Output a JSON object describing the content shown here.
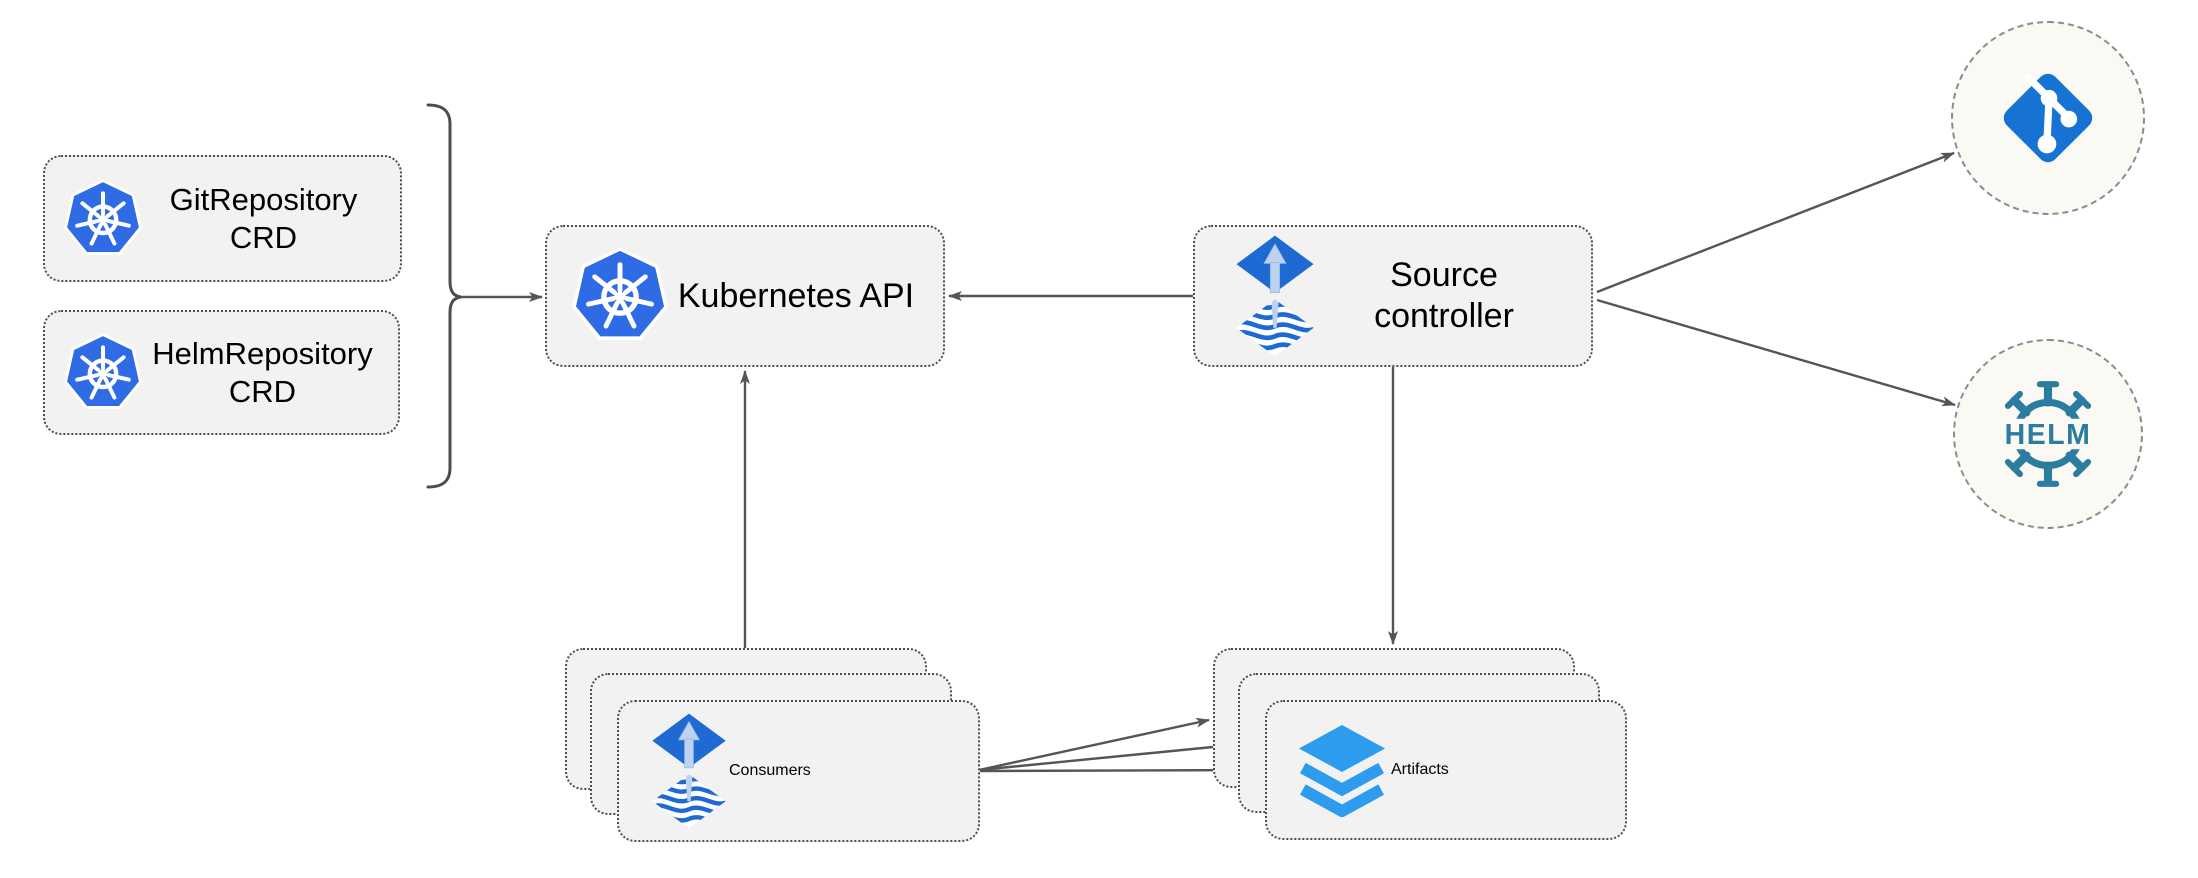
{
  "diagram": {
    "type": "architecture-diagram",
    "subject": "Flux source-controller",
    "nodes": {
      "git_repository_crd": {
        "line1": "GitRepository",
        "line2": "CRD",
        "icon": "kubernetes"
      },
      "helm_repository_crd": {
        "line1": "HelmRepository",
        "line2": "CRD",
        "icon": "kubernetes"
      },
      "kubernetes_api": {
        "label": "Kubernetes API",
        "icon": "kubernetes"
      },
      "source_controller": {
        "line1": "Source",
        "line2": "controller",
        "icon": "flux"
      },
      "consumers": {
        "label": "Consumers",
        "icon": "flux",
        "stacked": true
      },
      "artifacts": {
        "label": "Artifacts",
        "icon": "layers",
        "stacked": true
      },
      "git_remote": {
        "icon": "git",
        "shape": "dashed-circle"
      },
      "helm_remote": {
        "icon": "helm",
        "logo_text": "HELM",
        "shape": "dashed-circle"
      }
    },
    "edges": [
      {
        "from": "git_repository_crd & helm_repository_crd (brace)",
        "to": "kubernetes_api"
      },
      {
        "from": "source_controller",
        "to": "kubernetes_api"
      },
      {
        "from": "source_controller",
        "to": "git_remote"
      },
      {
        "from": "source_controller",
        "to": "helm_remote"
      },
      {
        "from": "source_controller",
        "to": "artifacts"
      },
      {
        "from": "consumers",
        "to": "kubernetes_api"
      },
      {
        "from": "consumers",
        "to": "artifacts (back card)"
      },
      {
        "from": "consumers",
        "to": "artifacts (middle card)"
      },
      {
        "from": "consumers",
        "to": "artifacts (front card)"
      }
    ],
    "colors": {
      "node_fill": "#f2f2f2",
      "node_border": "#4d4d4d",
      "circle_fill": "#faf9f4",
      "circle_border": "#8c8c8c",
      "arrow": "#555555",
      "kubernetes_blue": "#2f6be4",
      "flux_blue": "#1e6ad2",
      "flux_arrow_light": "#bdd2ef",
      "git_blue": "#1673d4",
      "layers_blue": "#2d9bee",
      "helm_teal": "#2a7ca0",
      "label_text": "#000000"
    }
  }
}
